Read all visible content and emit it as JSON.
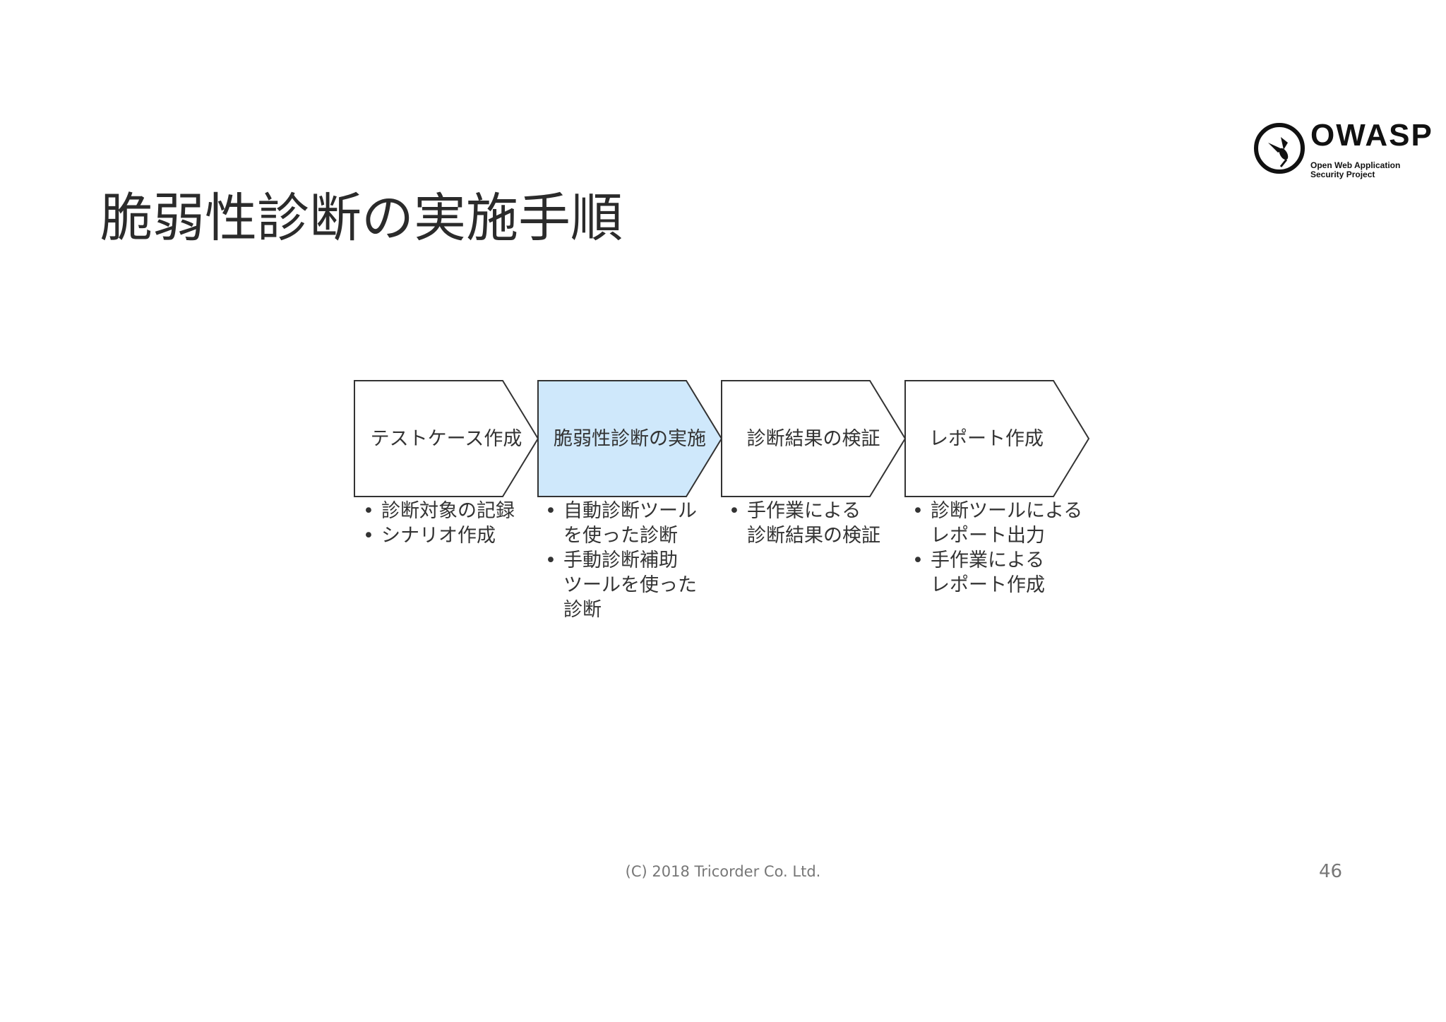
{
  "slide": {
    "title": "脆弱性診断の実施手順",
    "footer": "(C) 2018 Tricorder Co. Ltd.",
    "page_number": "46"
  },
  "logo": {
    "wordmark": "OWASP",
    "subtitle": "Open Web Application\nSecurity Project"
  },
  "process": {
    "highlight_color": "#cfe8fb",
    "steps": [
      {
        "label": "テストケース作成",
        "highlighted": false,
        "bullets": [
          "診断対象の記録",
          "シナリオ作成"
        ]
      },
      {
        "label": "脆弱性診断の実施",
        "highlighted": true,
        "bullets": [
          "自動診断ツール\nを使った診断",
          "手動診断補助\nツールを使った\n診断"
        ]
      },
      {
        "label": "診断結果の検証",
        "highlighted": false,
        "bullets": [
          "手作業による\n診断結果の検証"
        ]
      },
      {
        "label": "レポート作成",
        "highlighted": false,
        "bullets": [
          "診断ツールによる\nレポート出力",
          "手作業による\nレポート作成"
        ]
      }
    ]
  }
}
